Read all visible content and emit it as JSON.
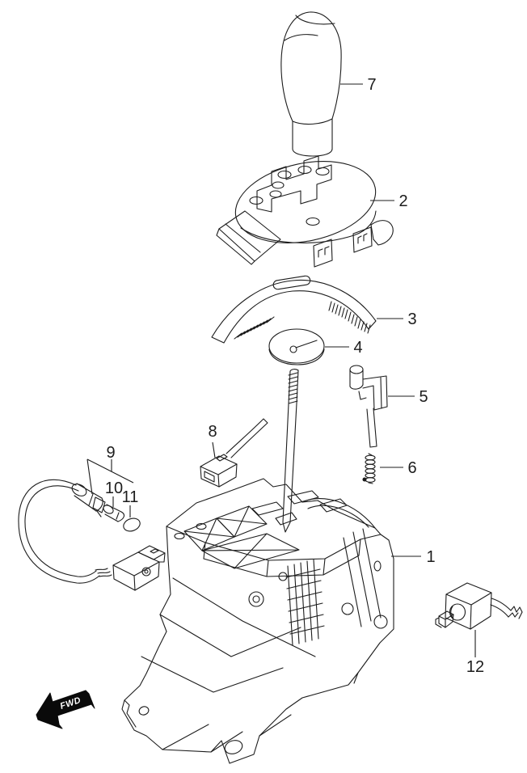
{
  "colors": {
    "background": "#ffffff",
    "line": "#1c1c1c",
    "fwd_arrow_fill": "#0a0a0a",
    "fwd_arrow_text": "#ffffff"
  },
  "callouts": {
    "c1": "1",
    "c2": "2",
    "c3": "3",
    "c4": "4",
    "c5": "5",
    "c6": "6",
    "c7": "7",
    "c8": "8",
    "c9": "9",
    "c10": "10",
    "c11": "11",
    "c12": "12"
  },
  "fwd": {
    "label": "FWD"
  }
}
